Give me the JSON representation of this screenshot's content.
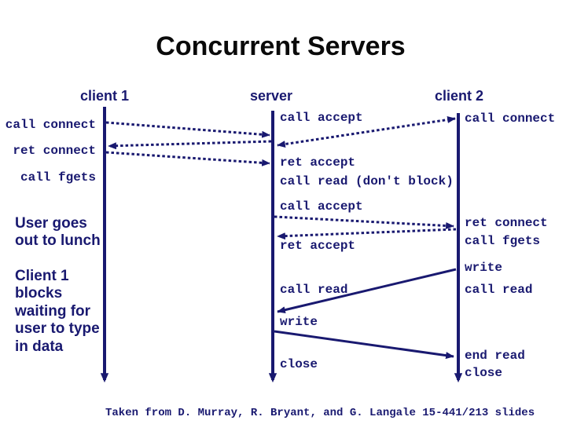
{
  "title": "Concurrent Servers",
  "columns": {
    "client1": "client 1",
    "server": "server",
    "client2": "client 2"
  },
  "labels": {
    "c1_call_connect": "call connect",
    "c1_ret_connect": "ret connect",
    "c1_call_fgets": "call fgets",
    "s_call_accept_1": "call accept",
    "s_ret_accept_1": "ret accept",
    "s_call_read_noblock": "call read (don't block)",
    "s_call_accept_2": "call accept",
    "s_ret_accept_2": "ret accept",
    "s_call_read": "call read",
    "s_write": "write",
    "s_close": "close",
    "c2_call_connect": "call connect",
    "c2_ret_connect": "ret connect",
    "c2_call_fgets": "call fgets",
    "c2_write": "write",
    "c2_call_read": "call read",
    "c2_end_read": "end read",
    "c2_close": "close"
  },
  "notes": {
    "lunch": "User goes\nout to lunch",
    "blocks": "Client 1\nblocks\nwaiting for\nuser to type\nin data"
  },
  "caption": "Taken from D. Murray, R. Bryant, and G. Langale 15-441/213 slides",
  "colors": {
    "ink": "#191970",
    "title": "#0a0a0a",
    "background": "#ffffff"
  }
}
